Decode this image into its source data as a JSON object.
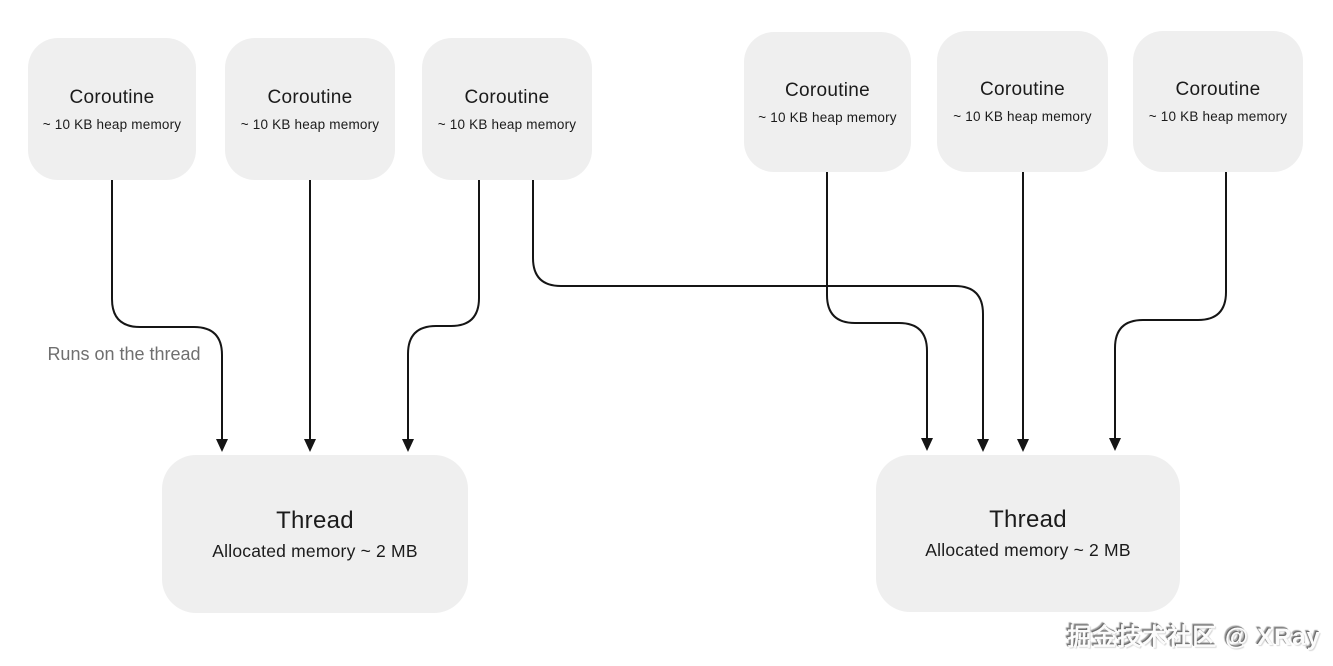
{
  "coroutines": [
    {
      "id": "coroutine-1",
      "title": "Coroutine",
      "subtitle": "~ 10 KB heap memory"
    },
    {
      "id": "coroutine-2",
      "title": "Coroutine",
      "subtitle": "~ 10 KB heap memory"
    },
    {
      "id": "coroutine-3",
      "title": "Coroutine",
      "subtitle": "~ 10 KB heap memory"
    },
    {
      "id": "coroutine-4",
      "title": "Coroutine",
      "subtitle": "~ 10 KB heap memory"
    },
    {
      "id": "coroutine-5",
      "title": "Coroutine",
      "subtitle": "~ 10 KB heap memory"
    },
    {
      "id": "coroutine-6",
      "title": "Coroutine",
      "subtitle": "~ 10 KB heap memory"
    }
  ],
  "threads": [
    {
      "id": "thread-1",
      "title": "Thread",
      "subtitle": "Allocated memory ~ 2 MB"
    },
    {
      "id": "thread-2",
      "title": "Thread",
      "subtitle": "Allocated memory ~ 2 MB"
    }
  ],
  "edges": [
    {
      "from": "coroutine-1",
      "to": "thread-1",
      "label": "Runs on the thread"
    },
    {
      "from": "coroutine-2",
      "to": "thread-1"
    },
    {
      "from": "coroutine-3",
      "to": "thread-1"
    },
    {
      "from": "coroutine-3",
      "to": "thread-2"
    },
    {
      "from": "coroutine-4",
      "to": "thread-2"
    },
    {
      "from": "coroutine-5",
      "to": "thread-2"
    },
    {
      "from": "coroutine-6",
      "to": "thread-2"
    }
  ],
  "edge_label": "Runs on the thread",
  "watermark": "掘金技术社区 @ XRay",
  "colors": {
    "background": "#ffffff",
    "box_fill": "#efefef",
    "box_text": "#1b1b1b",
    "line": "#151515",
    "edge_label_text": "#6f6f6f"
  }
}
